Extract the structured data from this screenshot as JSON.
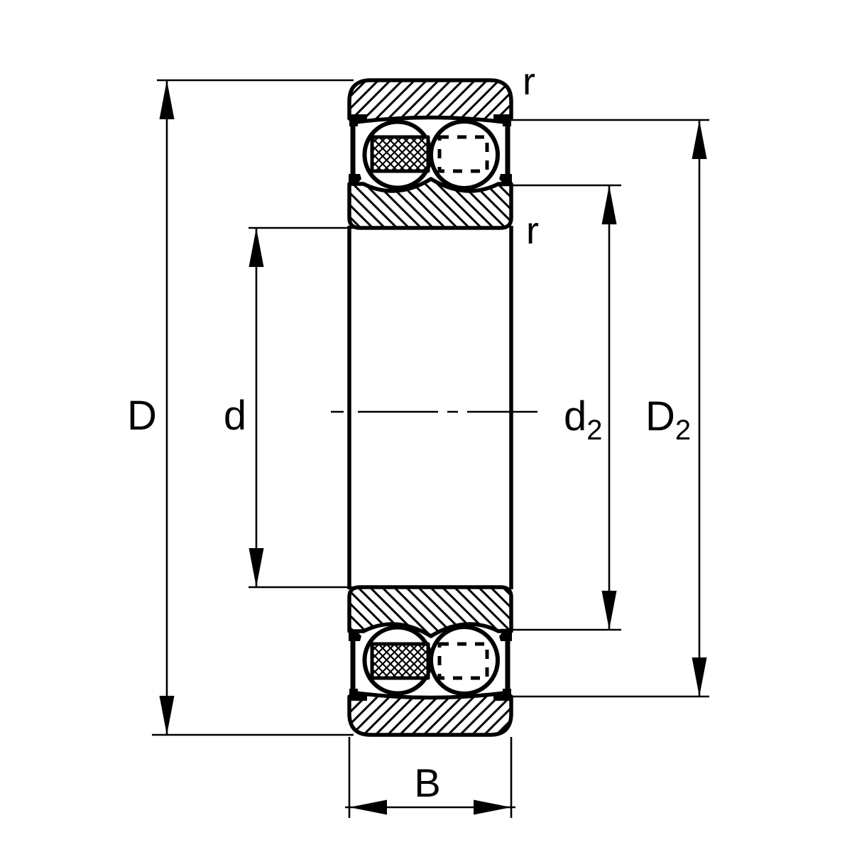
{
  "labels": {
    "outer_diameter": "D",
    "bore_diameter": "d",
    "inner_shoulder_diameter": {
      "base": "d",
      "sub": "2"
    },
    "outer_shoulder_diameter": {
      "base": "D",
      "sub": "2"
    },
    "width": "B",
    "fillet_radius_outer": "r",
    "fillet_radius_inner": "r"
  },
  "colors": {
    "ink": "#000000",
    "paper": "#ffffff"
  }
}
